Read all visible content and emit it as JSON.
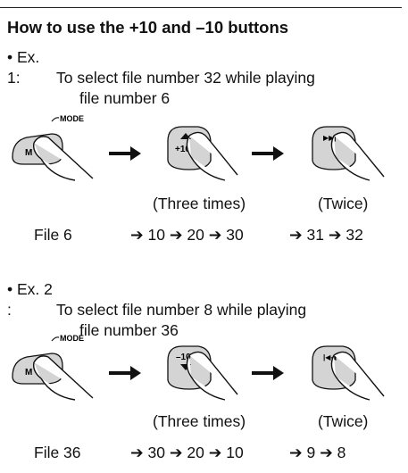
{
  "title": "How to use the +10 and –10 buttons",
  "examples": [
    {
      "bullet": "• Ex. 1:",
      "line1": "To select file number 32 while playing",
      "line2": "file number 6",
      "mode_label": "MODE",
      "button1_label": "M",
      "button2_label": "+10",
      "button3_glyph": "▶▶|",
      "times_a": "(Three times)",
      "times_b": "(Twice)",
      "file_label": "File 6",
      "seq_a": "➔ 10 ➔ 20 ➔ 30",
      "seq_b": "➔ 31 ➔ 32"
    },
    {
      "bullet": "• Ex. 2 :",
      "line1": "To select file number 8 while playing",
      "line2": "file number 36",
      "mode_label": "MODE",
      "button1_label": "M",
      "button2_label": "–10",
      "button3_glyph": "|◀◀",
      "times_a": "(Three times)",
      "times_b": "(Twice)",
      "file_label": "File 36",
      "seq_a": "➔ 30 ➔ 20 ➔ 10",
      "seq_b": "➔ 9 ➔ 8"
    }
  ],
  "icons": {
    "finger": "finger-press-icon",
    "arrow": "right-arrow-icon",
    "up": "triangle-up-icon",
    "down": "triangle-down-icon",
    "next": "skip-next-icon",
    "prev": "skip-prev-icon"
  }
}
